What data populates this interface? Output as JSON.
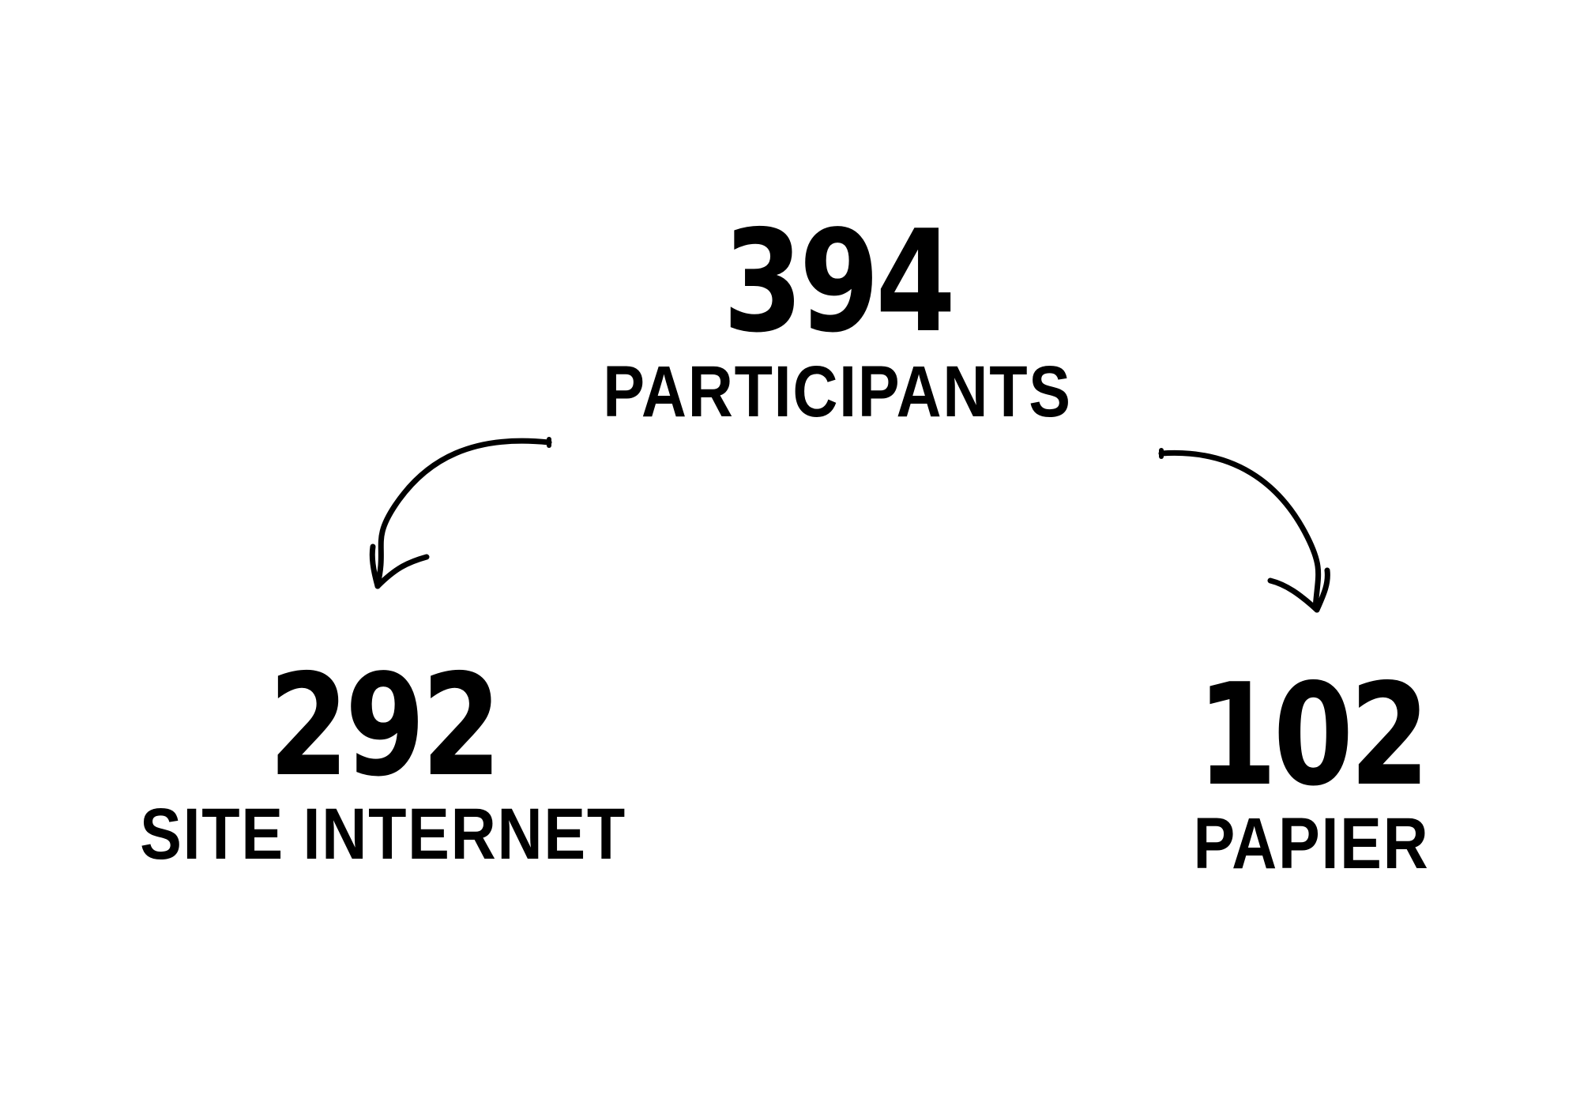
{
  "total": {
    "value": "394",
    "label": "PARTICIPANTS"
  },
  "branches": {
    "web": {
      "value": "292",
      "label": "SITE INTERNET"
    },
    "paper": {
      "value": "102",
      "label": "PAPIER"
    }
  },
  "colors": {
    "text": "#000000",
    "background": "#ffffff"
  },
  "icons": [
    "curved-arrow-left-icon",
    "curved-arrow-right-icon"
  ]
}
